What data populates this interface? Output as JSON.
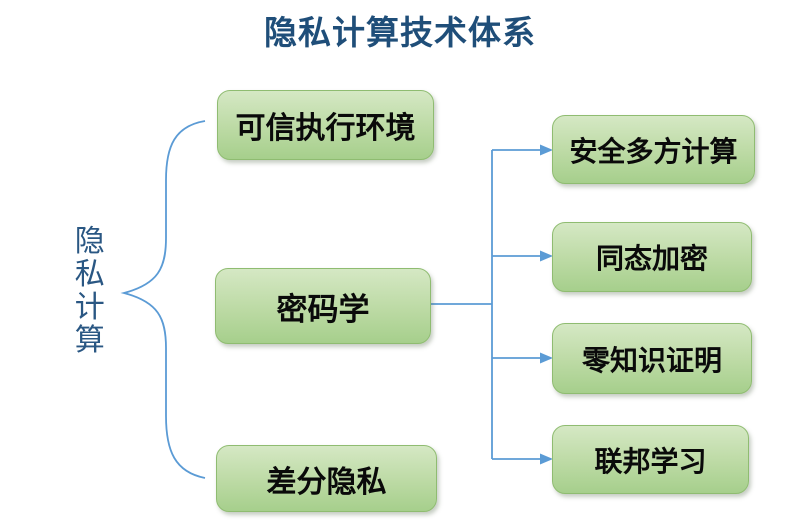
{
  "title": "隐私计算技术体系",
  "root": {
    "label": "隐私计算"
  },
  "level1": [
    {
      "id": "trusted-execution-environment",
      "label": "可信执行环境"
    },
    {
      "id": "cryptography",
      "label": "密码学",
      "children": [
        "安全多方计算",
        "同态加密",
        "零知识证明",
        "联邦学习"
      ]
    },
    {
      "id": "differential-privacy",
      "label": "差分隐私"
    }
  ],
  "colors": {
    "title": "#1F4E79",
    "label": "#2A5783",
    "line": "#5B9BD5",
    "box_fill_top": "#D5E8C4",
    "box_fill_bottom": "#A6CF8C",
    "box_border": "#8FBC71",
    "box_text": "#0A0A0A"
  }
}
